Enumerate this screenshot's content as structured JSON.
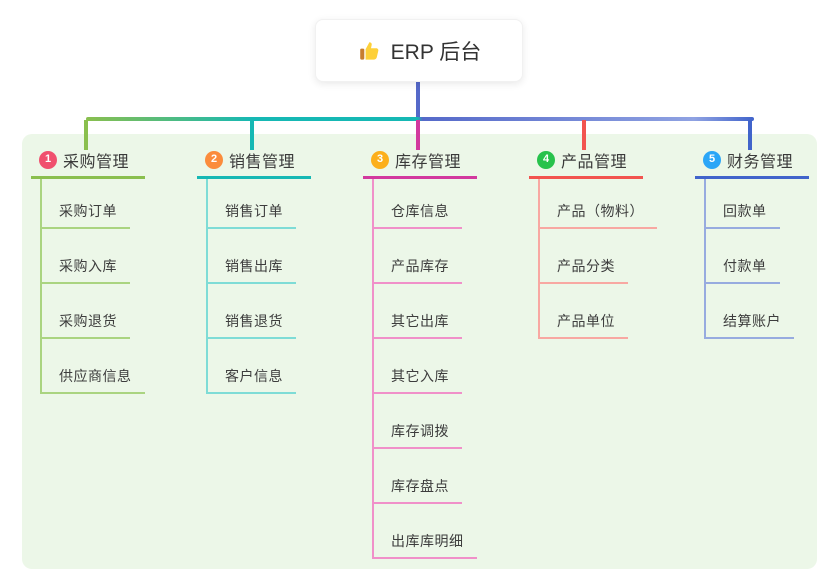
{
  "root": {
    "label": "ERP 后台",
    "icon": "thumbs-up-icon"
  },
  "colors": {
    "canvas_bg": "#ffffff",
    "panel_bg": "#ecf7e8",
    "stem": "#5569c9",
    "bus_blue_light": "#8fa2e2",
    "root_text": "#333333",
    "branch_title_text": "#3a3a3a",
    "child_text": "#3d3d3d"
  },
  "branches": [
    {
      "num": "1",
      "label": "采购管理",
      "badge_color": "#f0506e",
      "line_color": "#8abf4e",
      "light_color": "#aad480",
      "children": [
        "采购订单",
        "采购入库",
        "采购退货",
        "供应商信息"
      ]
    },
    {
      "num": "2",
      "label": "销售管理",
      "badge_color": "#fb8c3c",
      "line_color": "#16b8b4",
      "light_color": "#7edcd6",
      "children": [
        "销售订单",
        "销售出库",
        "销售退货",
        "客户信息"
      ]
    },
    {
      "num": "3",
      "label": "库存管理",
      "badge_color": "#fcaf1b",
      "line_color": "#d2399e",
      "light_color": "#f090c9",
      "children": [
        "仓库信息",
        "产品库存",
        "其它出库",
        "其它入库",
        "库存调拨",
        "库存盘点",
        "出库库明细"
      ]
    },
    {
      "num": "4",
      "label": "产品管理",
      "badge_color": "#27c24c",
      "line_color": "#f2544f",
      "light_color": "#f8a8a2",
      "children": [
        "产品（物料）",
        "产品分类",
        "产品单位"
      ]
    },
    {
      "num": "5",
      "label": "财务管理",
      "badge_color": "#2ba6f7",
      "line_color": "#4164cb",
      "light_color": "#97abdf",
      "children": [
        "回款单",
        "付款单",
        "结算账户"
      ]
    }
  ]
}
